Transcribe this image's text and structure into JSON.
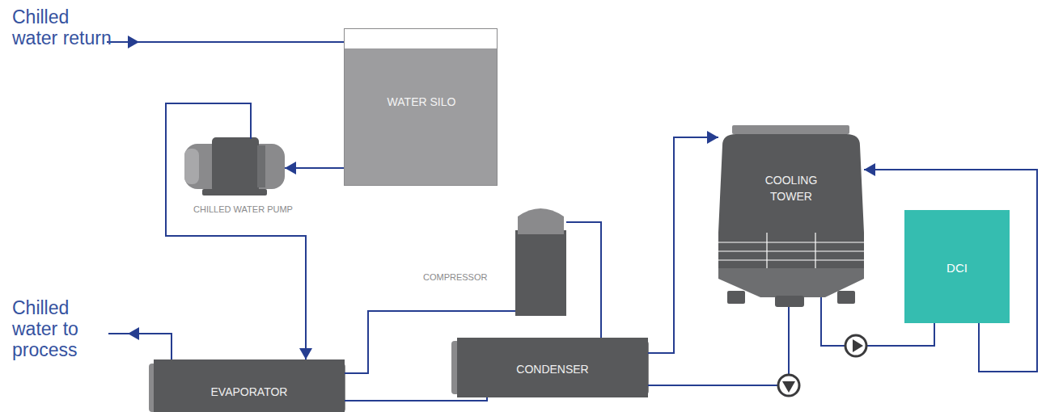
{
  "diagram": {
    "nodes": [
      {
        "text": [
          "WATER SILO"
        ]
      },
      {
        "text": [
          "CHILLED WATER PUMP"
        ]
      },
      {
        "text": [
          "COMPRESSOR"
        ]
      },
      {
        "text": [
          "EVAPORATOR"
        ]
      },
      {
        "text": [
          "CONDENSER"
        ]
      },
      {
        "text": [
          "COOLING TOWER"
        ]
      },
      {
        "text": [
          "DCI"
        ]
      }
    ],
    "edges": [
      {
        "from": 0,
        "to": 1,
        "arrow": "to"
      },
      {
        "from": 1,
        "to": 3,
        "arrow": "to"
      },
      {
        "from": 3,
        "to": 2,
        "arrow": "none"
      },
      {
        "from": 2,
        "to": 4,
        "arrow": "none"
      },
      {
        "from": 4,
        "to": 3,
        "arrow": "none"
      },
      {
        "from": 4,
        "to": 5,
        "arrow": "to"
      },
      {
        "from": 5,
        "to": 4,
        "arrow": "none"
      },
      {
        "from": 5,
        "to": 6,
        "arrow": "none"
      },
      {
        "from": 6,
        "to": 5,
        "arrow": "to"
      }
    ],
    "labels": [
      "Chilled water return",
      "Chilled water to process"
    ]
  }
}
